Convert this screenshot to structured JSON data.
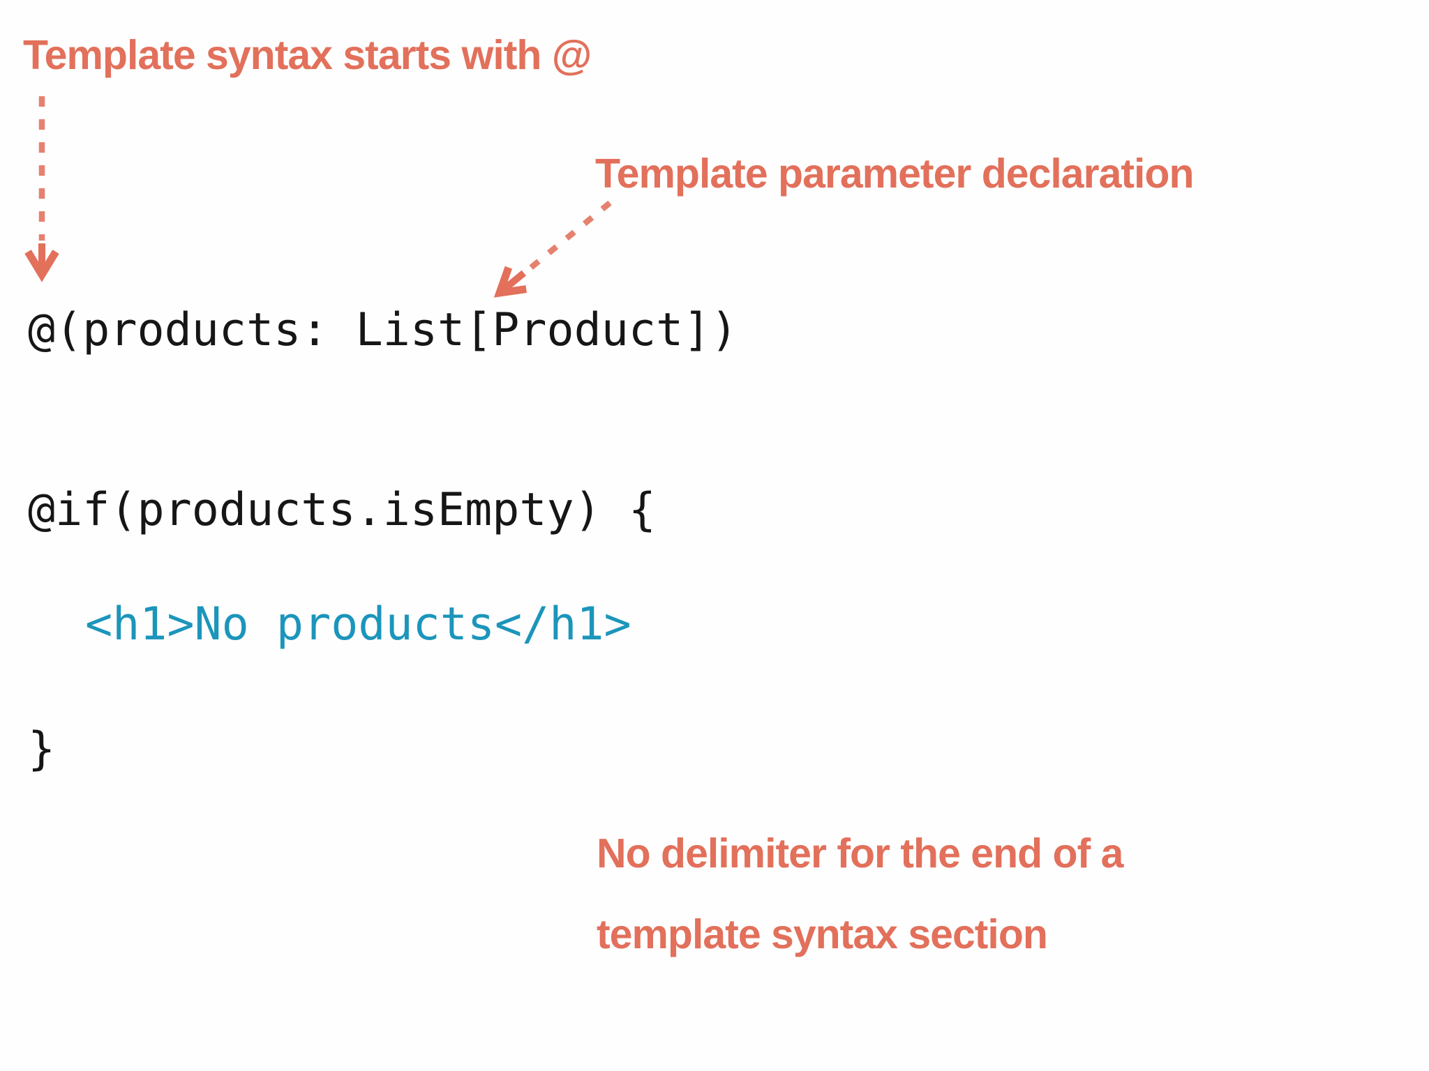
{
  "colors": {
    "background": "#fefefe",
    "accent": "#e2705b",
    "code_text": "#161616",
    "code_html": "#1c95bb"
  },
  "annotations": {
    "top_note": "Template syntax starts with @",
    "param_note": "Template parameter declaration",
    "bottom_note_line1": "No delimiter for the end of a",
    "bottom_note_line2": "template syntax section"
  },
  "code": {
    "line1": "@(products: List[Product])",
    "line2": "@if(products.isEmpty) {",
    "line3": "<h1>No products</h1>",
    "line4": "}"
  }
}
